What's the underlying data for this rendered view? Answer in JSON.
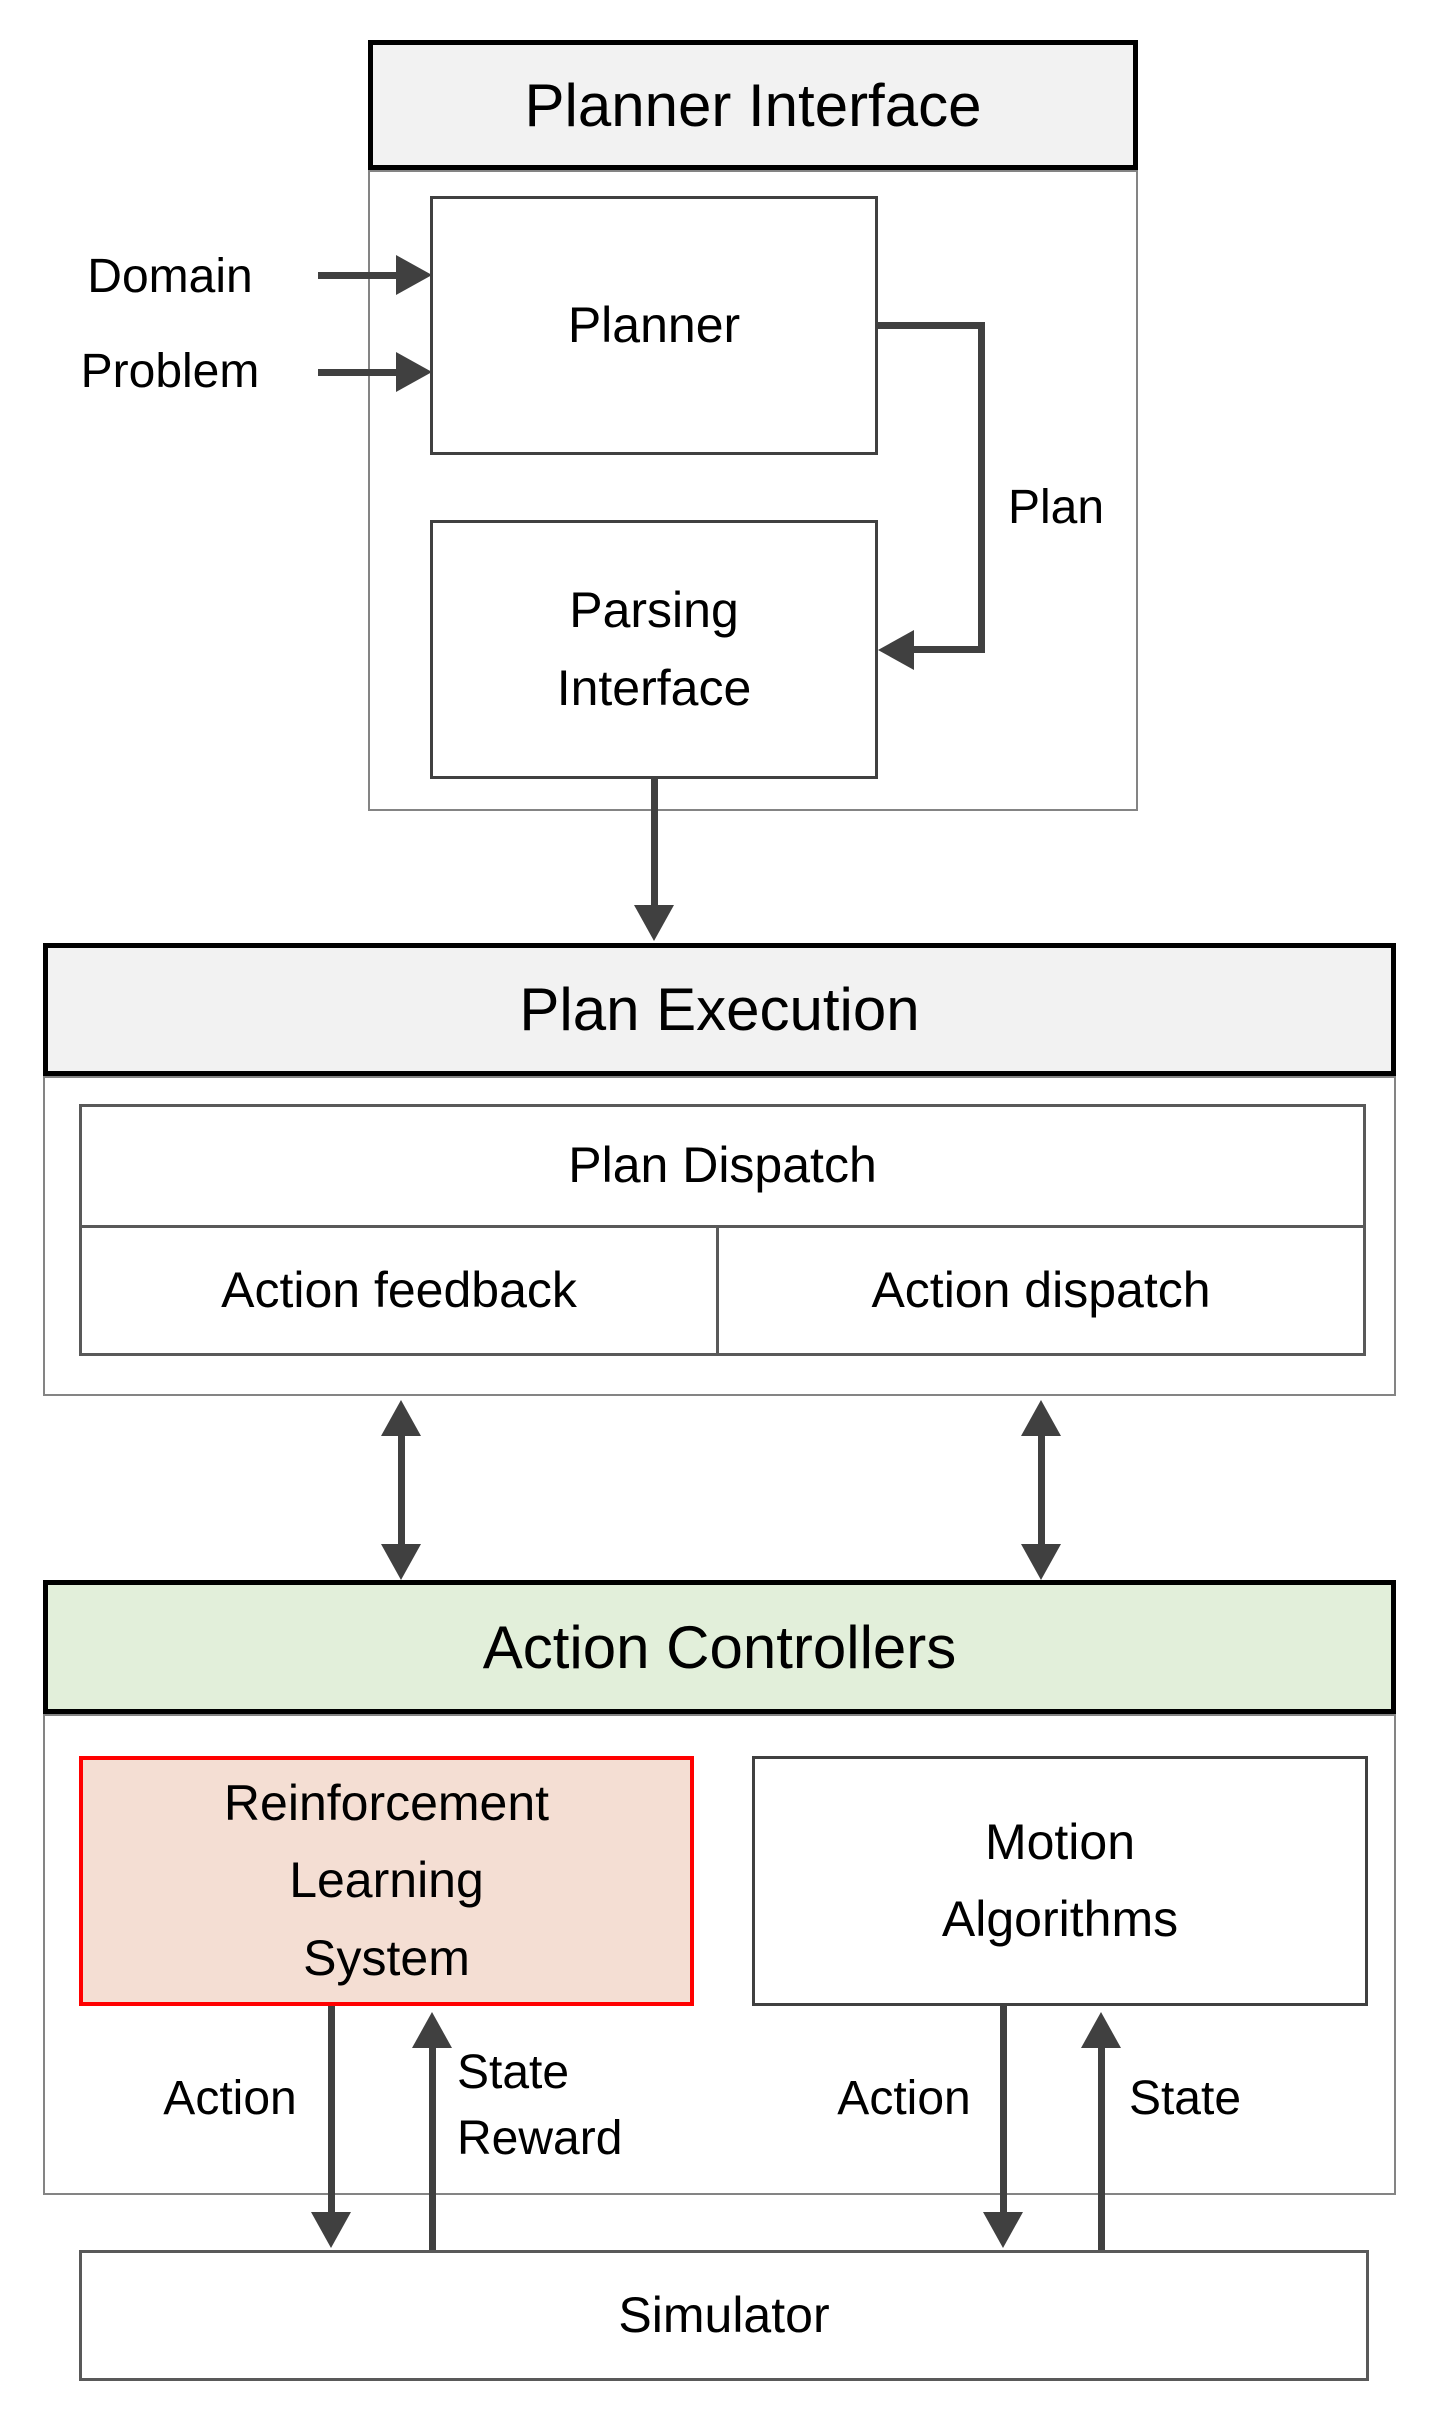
{
  "diagram": {
    "planner_interface": {
      "title": "Planner Interface",
      "planner": "Planner",
      "parsing_lines": [
        "Parsing",
        "Interface"
      ],
      "input_domain": "Domain",
      "input_problem": "Problem",
      "plan_edge": "Plan"
    },
    "plan_execution": {
      "title": "Plan Execution",
      "plan_dispatch": "Plan Dispatch",
      "action_feedback": "Action feedback",
      "action_dispatch": "Action dispatch"
    },
    "action_controllers": {
      "title": "Action Controllers",
      "rl_lines": [
        "Reinforcement",
        "Learning",
        "System"
      ],
      "motion_lines": [
        "Motion",
        "Algorithms"
      ],
      "rl_down_label": "Action",
      "rl_up_labels": [
        "State",
        "Reward"
      ],
      "motion_down_label": "Action",
      "motion_up_label": "State"
    },
    "simulator": {
      "title": "Simulator"
    },
    "colors": {
      "header_fill": "#f2f2f2",
      "action_controllers_fill": "#e2efda",
      "rl_fill": "#f4ded3",
      "rl_border": "#ff0000",
      "arrow": "#404040",
      "node_border": "#404040",
      "container_border": "#848484"
    }
  }
}
